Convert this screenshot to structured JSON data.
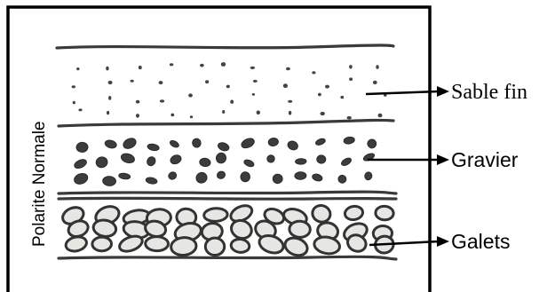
{
  "labels": {
    "side_label": "Polarite Normale",
    "layers": [
      {
        "name": "Sable fin"
      },
      {
        "name": "Gravier"
      },
      {
        "name": "Galets"
      }
    ]
  },
  "colors": {
    "ink": "#000000",
    "sketch": "#3a3a3a",
    "pebble_fill": "#e6e6e2",
    "background": "#ffffff"
  }
}
